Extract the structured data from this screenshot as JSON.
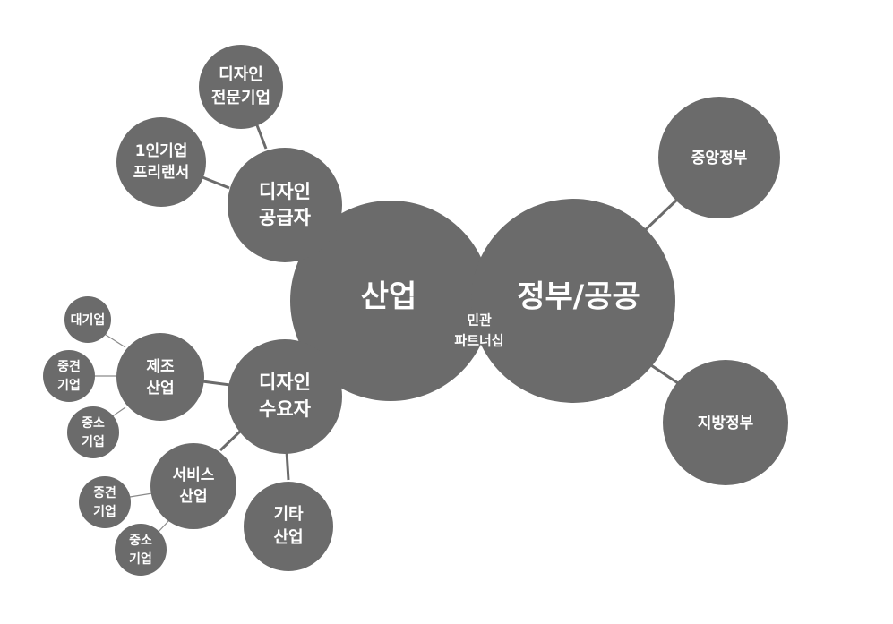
{
  "nodes": {
    "industry": {
      "label": "산업"
    },
    "government": {
      "label": "정부/공공"
    },
    "partnership": {
      "line1": "민관",
      "line2": "파트너십"
    },
    "central_gov": {
      "label": "중앙정부"
    },
    "local_gov": {
      "label": "지방정부"
    },
    "design_supplier": {
      "line1": "디자인",
      "line2": "공급자"
    },
    "design_firm": {
      "line1": "디자인",
      "line2": "전문기업"
    },
    "freelancer": {
      "line1": "1인기업",
      "line2": "프리랜서"
    },
    "design_demander": {
      "line1": "디자인",
      "line2": "수요자"
    },
    "manufacturing": {
      "line1": "제조",
      "line2": "산업"
    },
    "large_corp": {
      "label": "대기업"
    },
    "mfg_midsize": {
      "line1": "중견",
      "line2": "기업"
    },
    "mfg_small": {
      "line1": "중소",
      "line2": "기업"
    },
    "service": {
      "line1": "서비스",
      "line2": "산업"
    },
    "svc_midsize": {
      "line1": "중견",
      "line2": "기업"
    },
    "svc_small": {
      "line1": "중소",
      "line2": "기업"
    },
    "other": {
      "line1": "기타",
      "line2": "산업"
    }
  },
  "colors": {
    "node": "#6b6b6b",
    "text": "#ffffff",
    "background": "#ffffff"
  }
}
